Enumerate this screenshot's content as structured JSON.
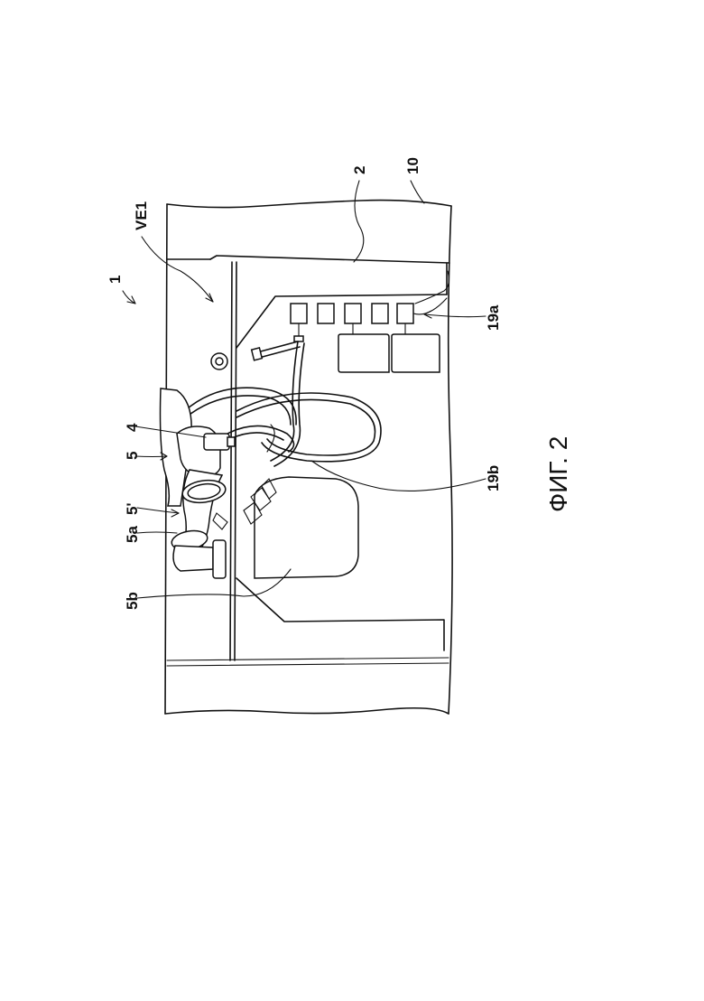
{
  "figure": {
    "caption": "ФИГ. 2",
    "labels": {
      "assembly": "1",
      "ve1": "VE1",
      "block": "2",
      "housing": "10",
      "valve_row": "19a",
      "valve_lower": "19b",
      "pump_conn": "4",
      "pump": "5",
      "pump_pipe": "5'",
      "elbow": "5a",
      "container": "5b"
    }
  }
}
